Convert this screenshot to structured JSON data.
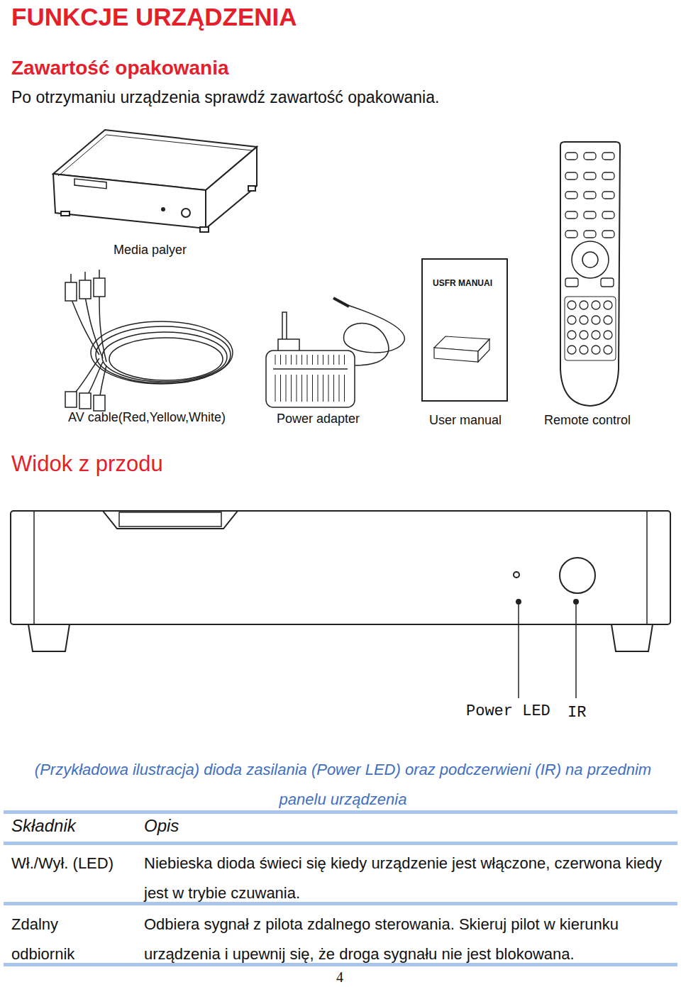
{
  "diagram": {
    "title": "FUNKCJE URZĄDZENIA",
    "caption": "(Przykładowa ilustracja) dioda zasilania (Power LED) oraz podczerwieni (IR) na przednim panelu urządzenia",
    "nodes": [
      {
        "text": [
          "USFR MANUAI"
        ]
      }
    ],
    "labels": [
      "Zawartość opakowania",
      "Po otrzymaniu urządzenia sprawdź zawartość opakowania.",
      "Media palyer",
      "AV cable(Red,Yellow,White)",
      "Power adapter",
      "User manual",
      "Remote control",
      "Widok z przodu",
      "Power LED",
      "IR",
      "Składnik",
      "Opis",
      "Wł./Wył. (LED)",
      "Niebieska dioda świeci się kiedy urządzenie jest włączone, czerwona kiedy jest w trybie czuwania.",
      "Zdalny odbiornik",
      "Odbiera sygnał z pilota zdalnego sterowania. Skieruj pilot w kierunku urządzenia i upewnij się, że droga sygnału nie jest blokowana.",
      "4"
    ]
  }
}
